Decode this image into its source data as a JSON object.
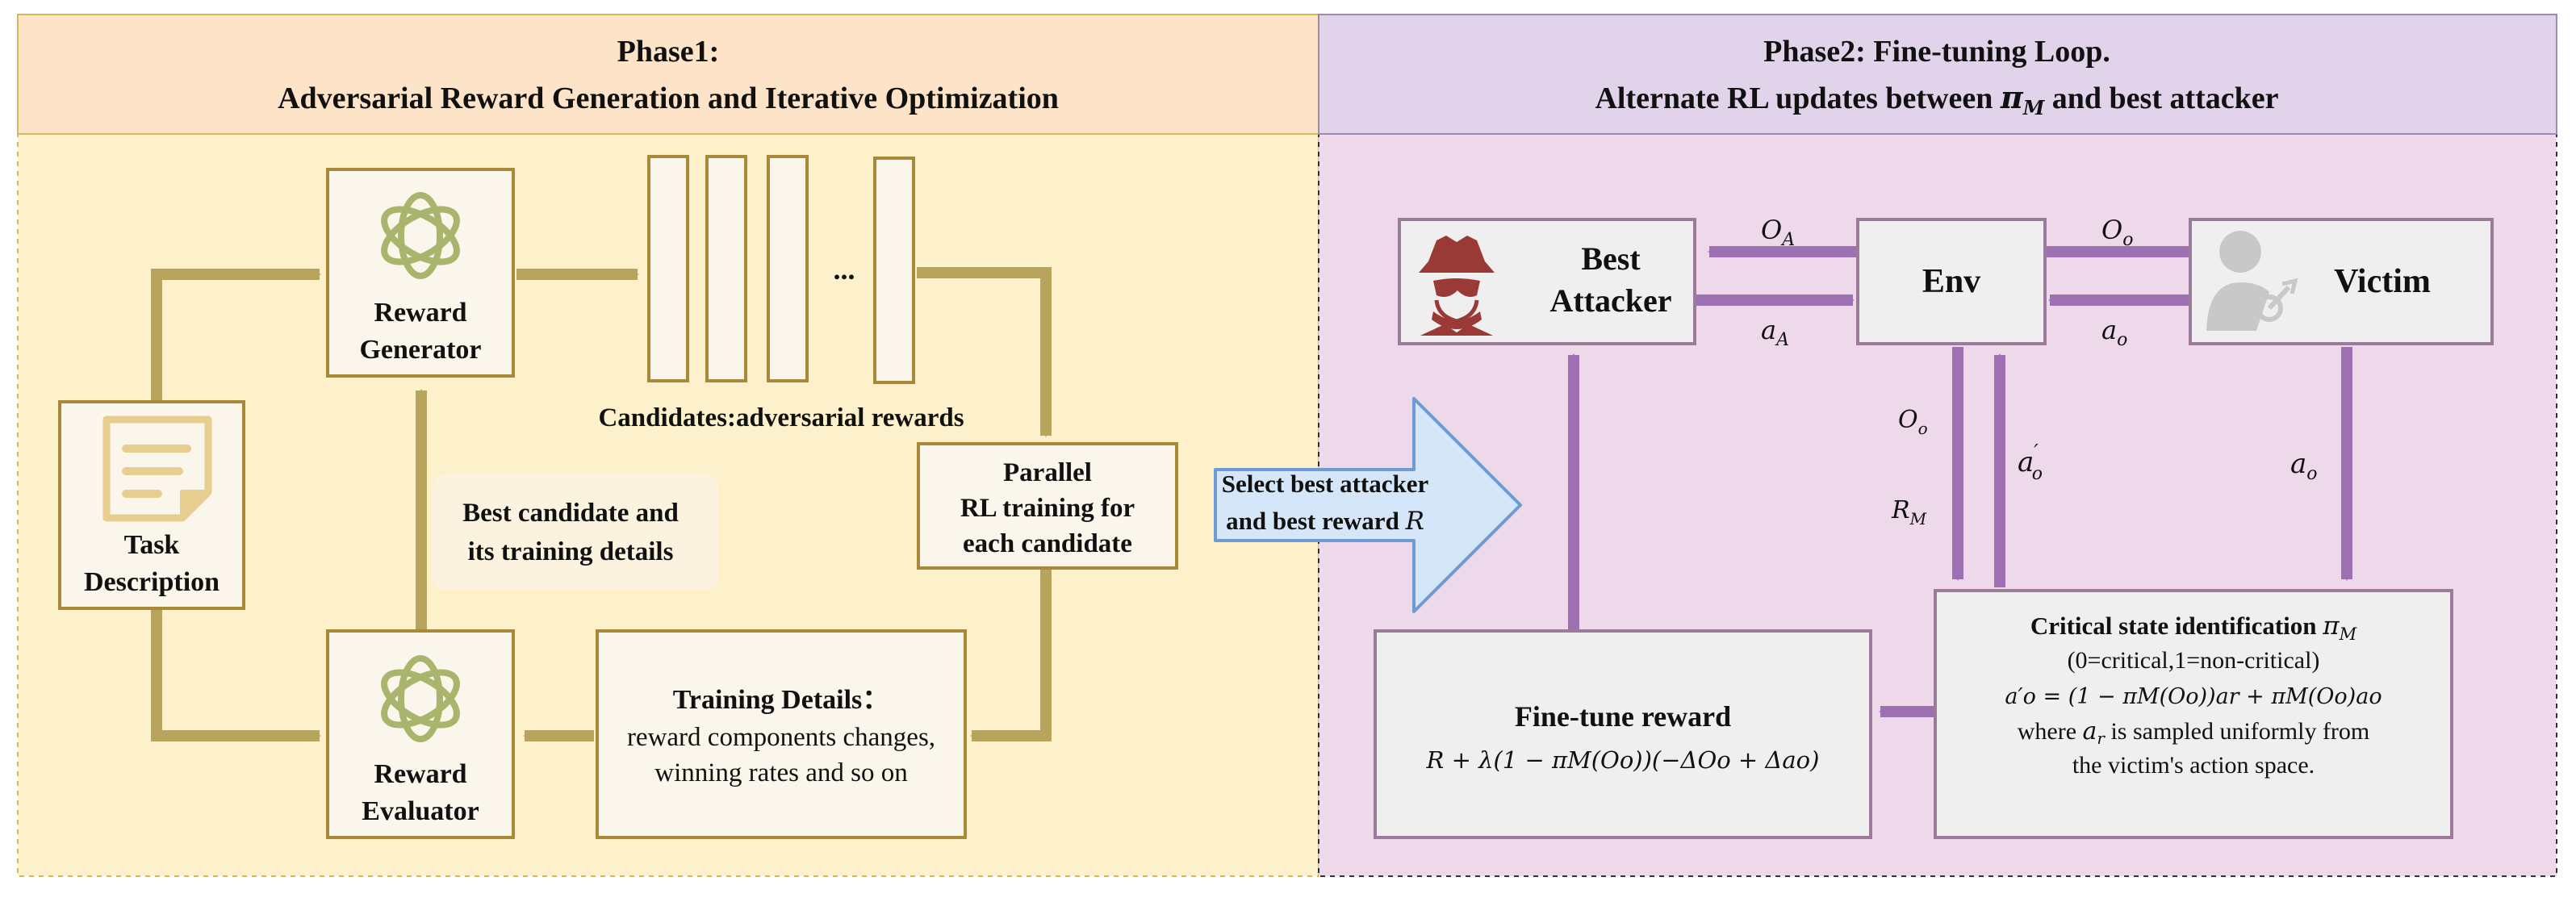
{
  "phase1": {
    "header_line1": "Phase1:",
    "header_line2": "Adversarial Reward Generation and Iterative Optimization",
    "reward_generator": [
      "Reward",
      "Generator"
    ],
    "reward_evaluator": [
      "Reward",
      "Evaluator"
    ],
    "task_description": [
      "Task",
      "Description"
    ],
    "candidates_ellipsis": "...",
    "candidates_label": "Candidates:adversarial rewards",
    "parallel_training": [
      "Parallel",
      "RL training for",
      "each candidate"
    ],
    "best_candidate": [
      "Best candidate and",
      "its training details"
    ],
    "training_details_title": "Training Details：",
    "training_details_body": [
      "reward components changes,",
      "winning rates and so on"
    ]
  },
  "transition": {
    "line1": "Select best attacker",
    "line2_prefix": "and best reward ",
    "line2_var": "R"
  },
  "phase2": {
    "header_line1": "Phase2: Fine-tuning Loop.",
    "header_line2_prefix": "Alternate RL updates between ",
    "header_line2_pi": "π",
    "header_line2_sub": "M",
    "header_line2_suffix": " and best attacker",
    "best_attacker": [
      "Best",
      "Attacker"
    ],
    "env": "Env",
    "victim": "Victim",
    "edge_labels": {
      "o_a": {
        "base": "O",
        "sub": "A"
      },
      "a_a": {
        "base": "a",
        "sub": "A"
      },
      "o_o_top": {
        "base": "O",
        "sub": "o"
      },
      "a_o_top": {
        "base": "a",
        "sub": "o"
      },
      "o_o_left": {
        "base": "O",
        "sub": "o"
      },
      "r_m": {
        "base": "R",
        "sub": "M"
      },
      "a_o_prime": {
        "base": "a",
        "sub": "o",
        "sup": "′"
      },
      "a_o_right": {
        "base": "a",
        "sub": "o"
      }
    },
    "finetune_title": "Fine-tune reward",
    "finetune_formula": "R + λ(1 − πM(Oo))(−ΔOo + Δao)",
    "critical_title_prefix": "Critical state identification ",
    "critical_title_pi": "π",
    "critical_title_sub": "M",
    "critical_legend": "(0=critical,1=non-critical)",
    "critical_formula": "a′o = (1 − πM(Oo))ar + πM(Oo)ao",
    "critical_where_prefix": "where ",
    "critical_where_var": "a",
    "critical_where_sub": "r",
    "critical_where_suffix": " is sampled uniformly from",
    "critical_space": "the victim's action space."
  },
  "colors": {
    "phase1_header_bg": "#fde3c8",
    "phase1_bg": "#fdf1cc",
    "phase2_header_bg": "#e1d3ea",
    "phase2_bg": "#eed9ea",
    "gold": "#b8a45c",
    "gold_box_border": "#a8893a",
    "box_fill": "#faf6ec",
    "purple": "#9d70b3",
    "grey_box": "#efefef",
    "grey_border": "#9c7a99",
    "transition_fill": "#d6e6f9",
    "transition_border": "#6f9bd4",
    "openai_green": "#a9b56d",
    "doc_icon": "#e7cd8e",
    "spy_red": "#9a3a36",
    "victim_icon": "#c8c8c8"
  },
  "icons": {
    "generator": "openai-logo-icon",
    "evaluator": "openai-logo-icon",
    "task": "document-icon",
    "attacker": "spy-icon",
    "victim": "user-target-icon"
  }
}
